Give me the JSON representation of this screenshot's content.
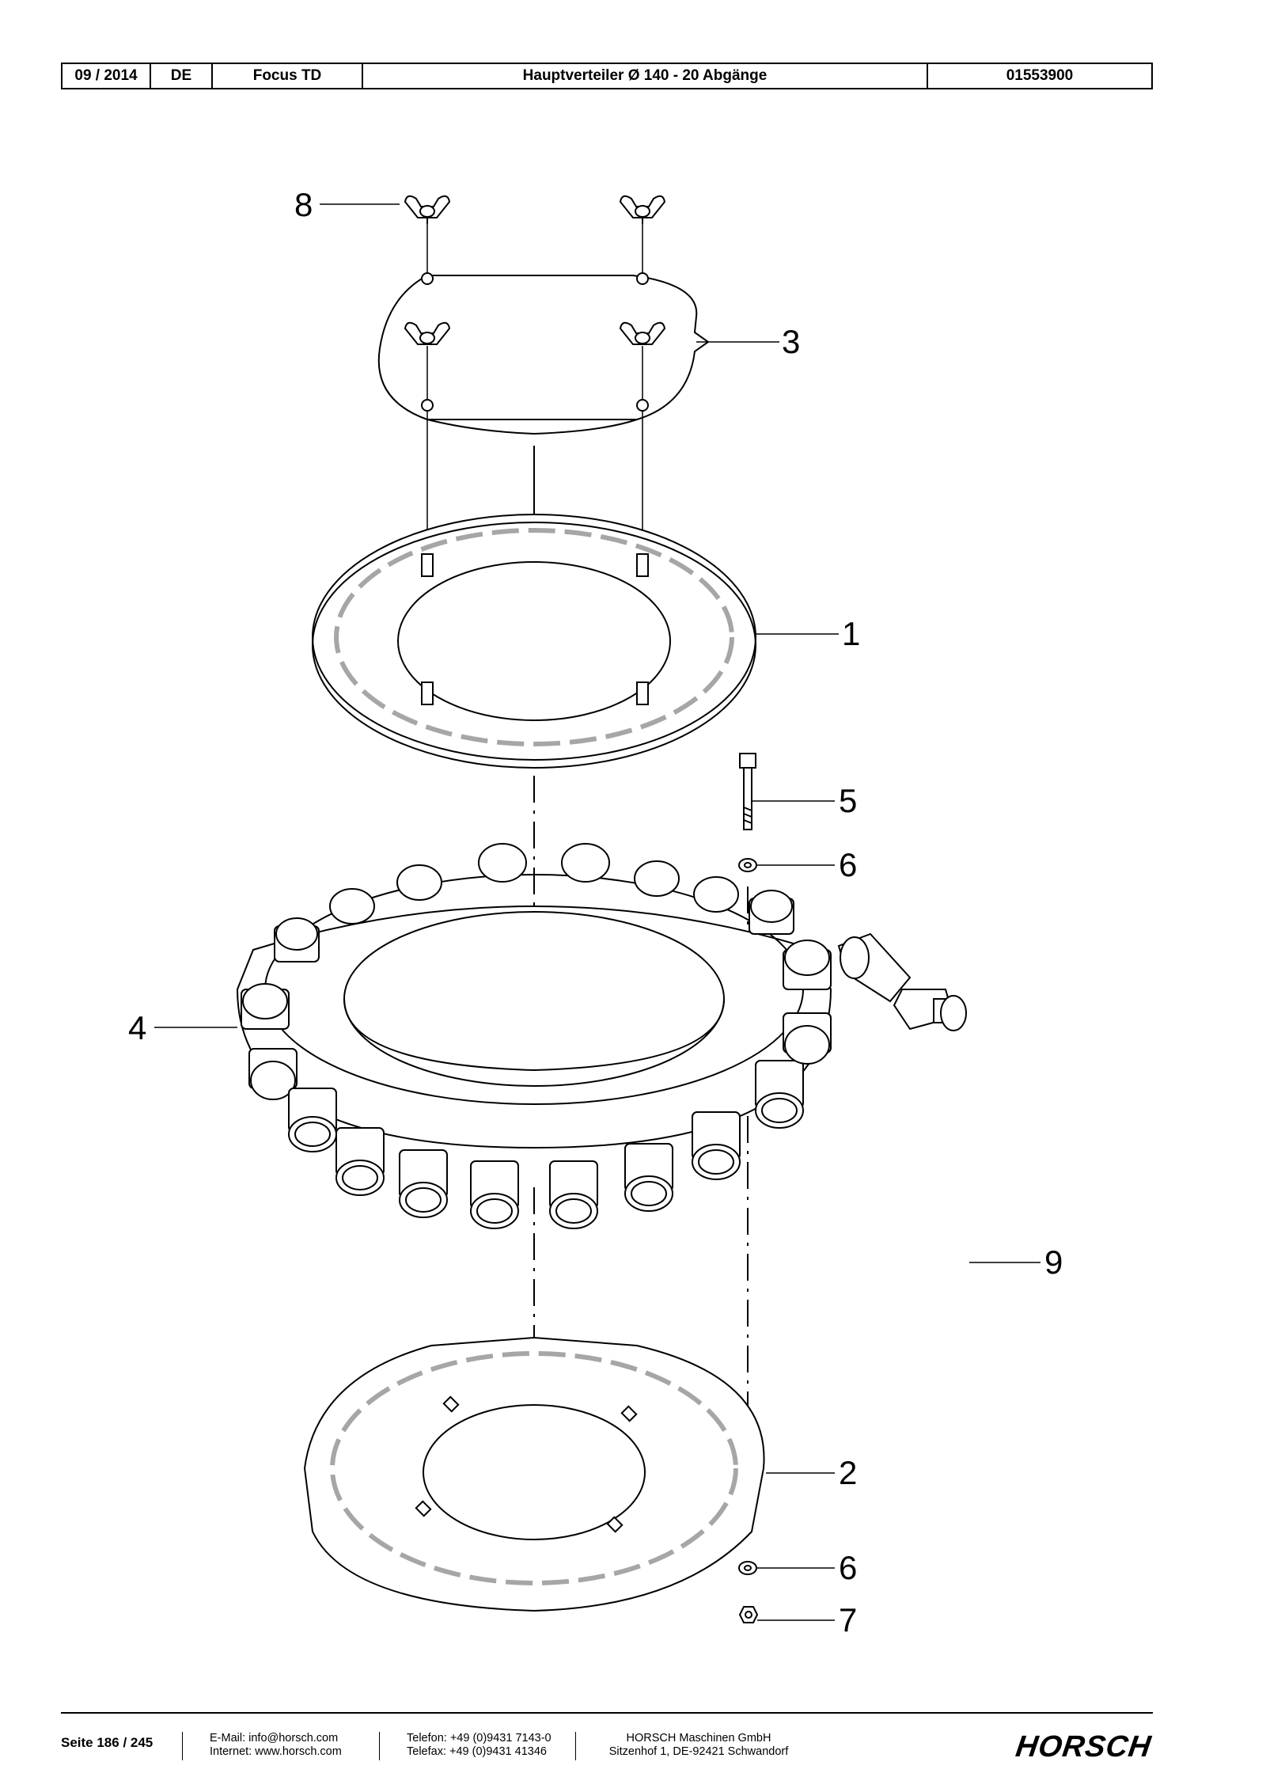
{
  "header": {
    "date": "09 / 2014",
    "language": "DE",
    "model": "Focus TD",
    "title": "Hauptverteiler Ø 140 - 20 Abgänge",
    "part_number": "01553900"
  },
  "callouts": {
    "c1": "1",
    "c2": "2",
    "c3": "3",
    "c4": "4",
    "c5": "5",
    "c6a": "6",
    "c6b": "6",
    "c7": "7",
    "c8": "8",
    "c9": "9"
  },
  "footer": {
    "page": "Seite 186 / 245",
    "email": "E-Mail: info@horsch.com",
    "internet": "Internet: www.horsch.com",
    "phone": "Telefon: +49 (0)9431 7143-0",
    "fax": "Telefax: +49 (0)9431 41346",
    "company": "HORSCH Maschinen GmbH",
    "address": "Sitzenhof 1, DE-92421 Schwandorf",
    "logo": "HORSCH"
  }
}
